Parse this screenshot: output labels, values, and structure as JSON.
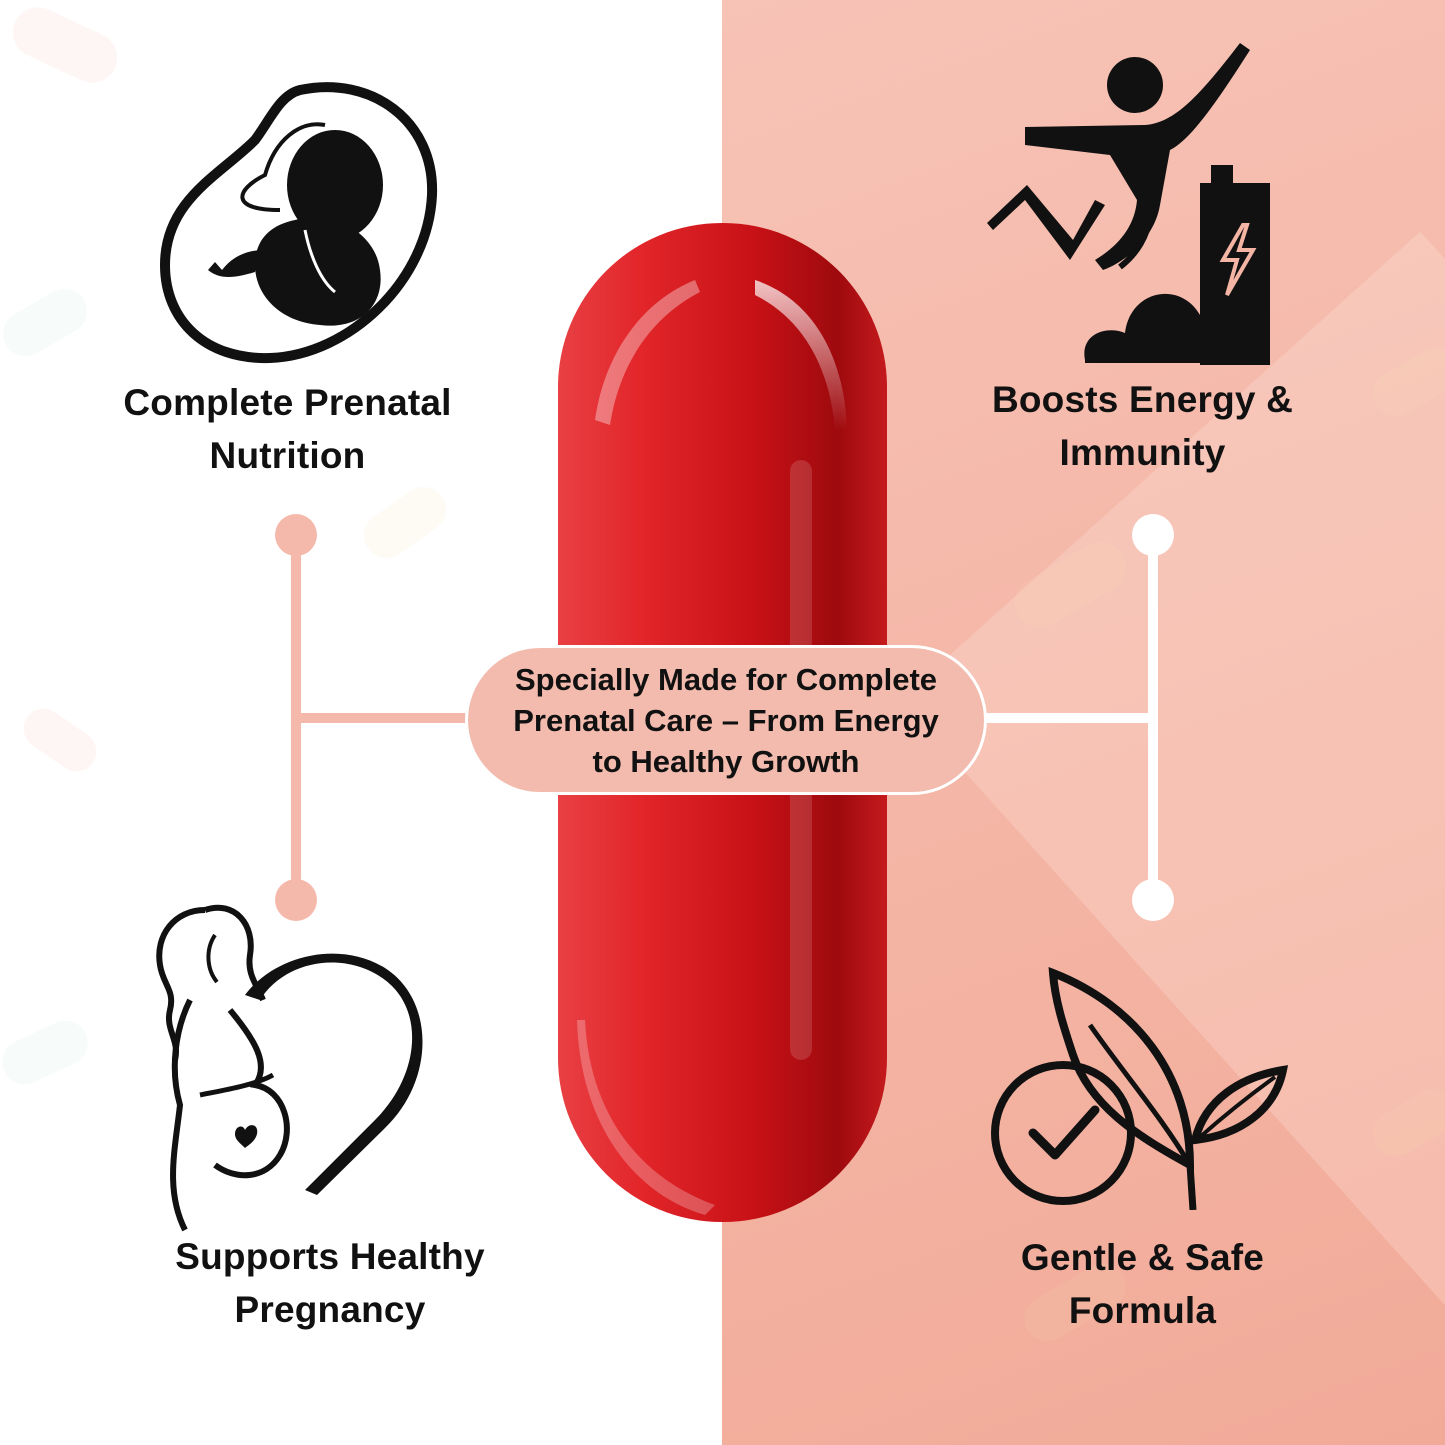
{
  "features": {
    "top_left": {
      "label_line1": "Complete Prenatal",
      "label_line2": "Nutrition",
      "icon": "fetus-in-womb-icon"
    },
    "top_right": {
      "label_line1": "Boosts Energy &",
      "label_line2": "Immunity",
      "icon": "jumping-person-battery-icon"
    },
    "bottom_left": {
      "label_line1": "Supports Healthy",
      "label_line2": "Pregnancy",
      "icon": "pregnant-woman-heart-icon"
    },
    "bottom_right": {
      "label_line1": "Gentle & Safe",
      "label_line2": "Formula",
      "icon": "check-leaf-icon"
    }
  },
  "center": {
    "line1": "Specially Made for Complete",
    "line2": "Prenatal Care – From Energy",
    "line3": "to Healthy Growth"
  },
  "colors": {
    "accent_pink": "#f3bbae",
    "connector_left": "#f4b9ab",
    "connector_right": "#ffffff",
    "capsule_red": "#d81e22",
    "icon_black": "#111111"
  }
}
